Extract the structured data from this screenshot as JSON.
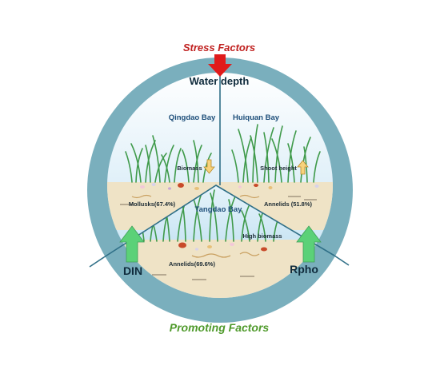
{
  "diagram": {
    "stress_label": "Stress Factors",
    "promoting_label": "Promoting Factors",
    "ring_top_label": "Water depth",
    "left_factor": "DIN",
    "right_factor": "Rpho",
    "bays": [
      {
        "name": "Qingdao Bay",
        "indicator": "Biomass",
        "trend": "down",
        "fauna": "Mollusks(67.4%)"
      },
      {
        "name": "Huiquan Bay",
        "indicator": "Shoot height",
        "trend": "up",
        "fauna": "Annelids (51.8%)"
      },
      {
        "name": "Tangdao Bay",
        "indicator": "High biomass",
        "trend": "none",
        "fauna": "Annelids(69.6%)"
      }
    ],
    "colors": {
      "outer_ring": "#7aafbd",
      "divider": "#2f6f87",
      "stress_arrow": "#e01b1b",
      "promote_arrow": "#5bd178",
      "water_top": "#ffffff",
      "water_bottom": "#bfe0f2",
      "sediment": "#efe3c6",
      "seagrass": "#3f9a4a",
      "trend_arrow": "#f7d27c"
    },
    "icons": [
      "down-arrow-icon",
      "up-arrow-icon",
      "stress-arrow-icon",
      "promote-arrow-icon",
      "seagrass-icon"
    ]
  }
}
